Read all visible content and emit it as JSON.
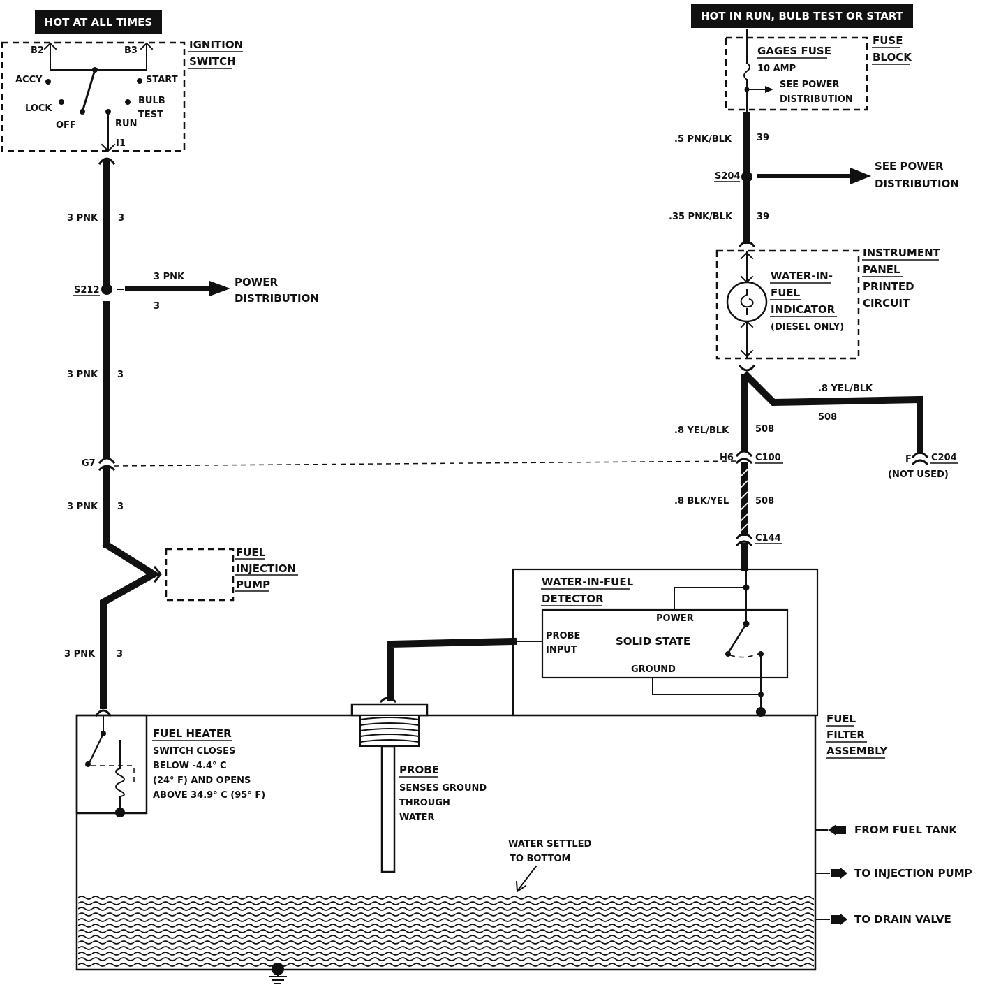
{
  "colors": {
    "ink": "#111111",
    "paper": "#ffffff"
  },
  "headers": {
    "hot_all_times": "HOT AT ALL TIMES",
    "hot_in_run": "HOT IN RUN, BULB TEST OR START"
  },
  "ignition_switch": {
    "title_1": "IGNITION",
    "title_2": "SWITCH",
    "b2": "B2",
    "b3": "B3",
    "accy": "ACCY",
    "start": "START",
    "lock": "LOCK",
    "bulb": "BULB",
    "test": "TEST",
    "off": "OFF",
    "run": "RUN",
    "i1": "I1"
  },
  "fuse_block": {
    "title_1": "FUSE",
    "title_2": "BLOCK",
    "fuse_name": "GAGES FUSE",
    "fuse_rating": "10 AMP",
    "see_1": "SEE POWER",
    "see_2": "DISTRIBUTION"
  },
  "left_circuit": {
    "wire_a_size": "3 PNK",
    "wire_a_num": "3",
    "splice": "S212",
    "branch_size": "3 PNK",
    "branch_num": "3",
    "power_1": "POWER",
    "power_2": "DISTRIBUTION",
    "wire_b_size": "3 PNK",
    "wire_b_num": "3",
    "ground_conn": "G7",
    "wire_c_size": "3 PNK",
    "wire_c_num": "3",
    "wire_d_size": "3 PNK",
    "wire_d_num": "3"
  },
  "fuel_injection_pump": {
    "line_1": "FUEL",
    "line_2": "INJECTION",
    "line_3": "PUMP"
  },
  "right_circuit": {
    "wire_a_size": ".5 PNK/BLK",
    "wire_a_num": "39",
    "splice": "S204",
    "see_1": "SEE POWER",
    "see_2": "DISTRIBUTION",
    "wire_b_size": ".35 PNK/BLK",
    "wire_b_num": "39",
    "wire_c_size": ".8 YEL/BLK",
    "wire_c_num": "508",
    "branch_size": ".8 YEL/BLK",
    "branch_num": "508",
    "h6": "H6",
    "c100": "C100",
    "f": "F",
    "c204": "C204",
    "not_used": "(NOT USED)",
    "wire_d_size": ".8 BLK/YEL",
    "wire_d_num": "508",
    "c144": "C144"
  },
  "instrument_panel": {
    "title_1": "INSTRUMENT",
    "title_2": "PANEL",
    "title_3": "PRINTED",
    "title_4": "CIRCUIT",
    "ind_1": "WATER-IN-",
    "ind_2": "FUEL",
    "ind_3": "INDICATOR",
    "ind_4": "(DIESEL ONLY)"
  },
  "detector": {
    "title_1": "WATER-IN-FUEL",
    "title_2": "DETECTOR",
    "power": "POWER",
    "probe_1": "PROBE",
    "probe_2": "INPUT",
    "solid_state": "SOLID STATE",
    "ground": "GROUND"
  },
  "fuel_heater": {
    "title": "FUEL HEATER",
    "line_1": "SWITCH CLOSES",
    "line_2": "BELOW  -4.4° C",
    "line_3": "(24° F) AND OPENS",
    "line_4": "ABOVE 34.9° C (95° F)"
  },
  "probe": {
    "title": "PROBE",
    "line_1": "SENSES GROUND",
    "line_2": "THROUGH",
    "line_3": "WATER"
  },
  "filter": {
    "title_1": "FUEL",
    "title_2": "FILTER",
    "title_3": "ASSEMBLY",
    "water_1": "WATER SETTLED",
    "water_2": "TO BOTTOM",
    "from_tank": "FROM FUEL TANK",
    "to_pump": "TO INJECTION PUMP",
    "to_drain": "TO DRAIN VALVE"
  }
}
